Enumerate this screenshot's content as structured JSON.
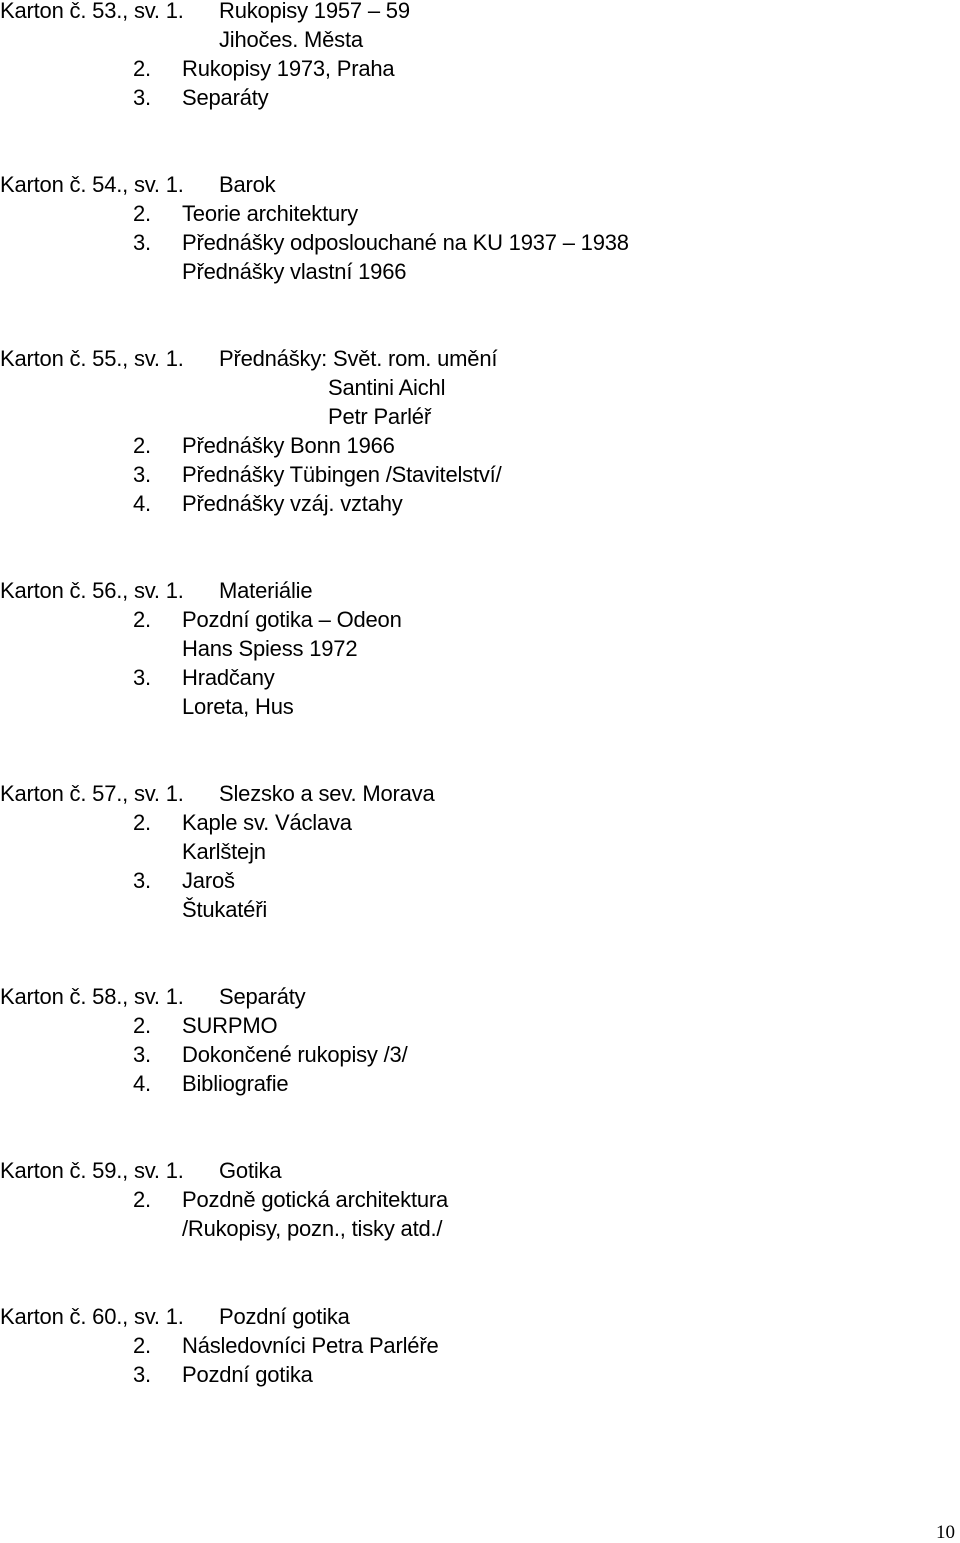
{
  "cartons": [
    {
      "lines": [
        {
          "prefix": "Karton č. 53., sv. 1.",
          "text": "Rukopisy 1957 – 59"
        },
        {
          "text": "Jihočes. Města"
        },
        {
          "num": "2.",
          "text": "Rukopisy 1973, Praha"
        },
        {
          "num": "3.",
          "text": "Separáty"
        }
      ]
    },
    {
      "lines": [
        {
          "prefix": "Karton č. 54., sv. 1.",
          "text": "Barok"
        },
        {
          "num": "2.",
          "text": "Teorie architektury"
        },
        {
          "num": "3.",
          "text": "Přednášky odposlouchané na KU 1937 – 1938"
        },
        {
          "text": "Přednášky vlastní 1966"
        }
      ]
    },
    {
      "lines": [
        {
          "prefix": "Karton č. 55., sv. 1.",
          "text": "Přednášky: Svět. rom. umění"
        },
        {
          "text": "Santini Aichl"
        },
        {
          "text": "Petr Parléř"
        },
        {
          "num": "2.",
          "text": "Přednášky Bonn 1966"
        },
        {
          "num": "3.",
          "text": "Přednášky Tübingen /Stavitelství/"
        },
        {
          "num": "4.",
          "text": "Přednášky vzáj. vztahy"
        }
      ]
    },
    {
      "lines": [
        {
          "prefix": "Karton č. 56., sv. 1.",
          "text": "Materiálie"
        },
        {
          "num": "2.",
          "text": "Pozdní gotika – Odeon"
        },
        {
          "text": "Hans Spiess 1972"
        },
        {
          "num": "3.",
          "text": "Hradčany"
        },
        {
          "text": "Loreta, Hus"
        }
      ]
    },
    {
      "lines": [
        {
          "prefix": "Karton č. 57., sv. 1.",
          "text": "Slezsko a sev. Morava"
        },
        {
          "num": "2.",
          "text": "Kaple sv. Václava"
        },
        {
          "text": "Karlštejn"
        },
        {
          "num": "3.",
          "text": "Jaroš"
        },
        {
          "text": "Štukatéři"
        }
      ]
    },
    {
      "lines": [
        {
          "prefix": "Karton č. 58., sv. 1.",
          "text": "Separáty"
        },
        {
          "num": "2.",
          "text": "SURPMO"
        },
        {
          "num": "3.",
          "text": "Dokončené rukopisy /3/"
        },
        {
          "num": "4.",
          "text": "Bibliografie"
        }
      ]
    },
    {
      "lines": [
        {
          "prefix": "Karton č. 59., sv. 1.",
          "text": "Gotika"
        },
        {
          "num": "2.",
          "text": "Pozdně gotická architektura"
        },
        {
          "text": "/Rukopisy, pozn., tisky atd./"
        }
      ]
    },
    {
      "lines": [
        {
          "prefix": "Karton č. 60., sv. 1.",
          "text": "Pozdní gotika"
        },
        {
          "num": "2.",
          "text": "Následovníci Petra Parléře"
        },
        {
          "num": "3.",
          "text": "Pozdní gotika"
        }
      ]
    }
  ],
  "page_number": "10"
}
